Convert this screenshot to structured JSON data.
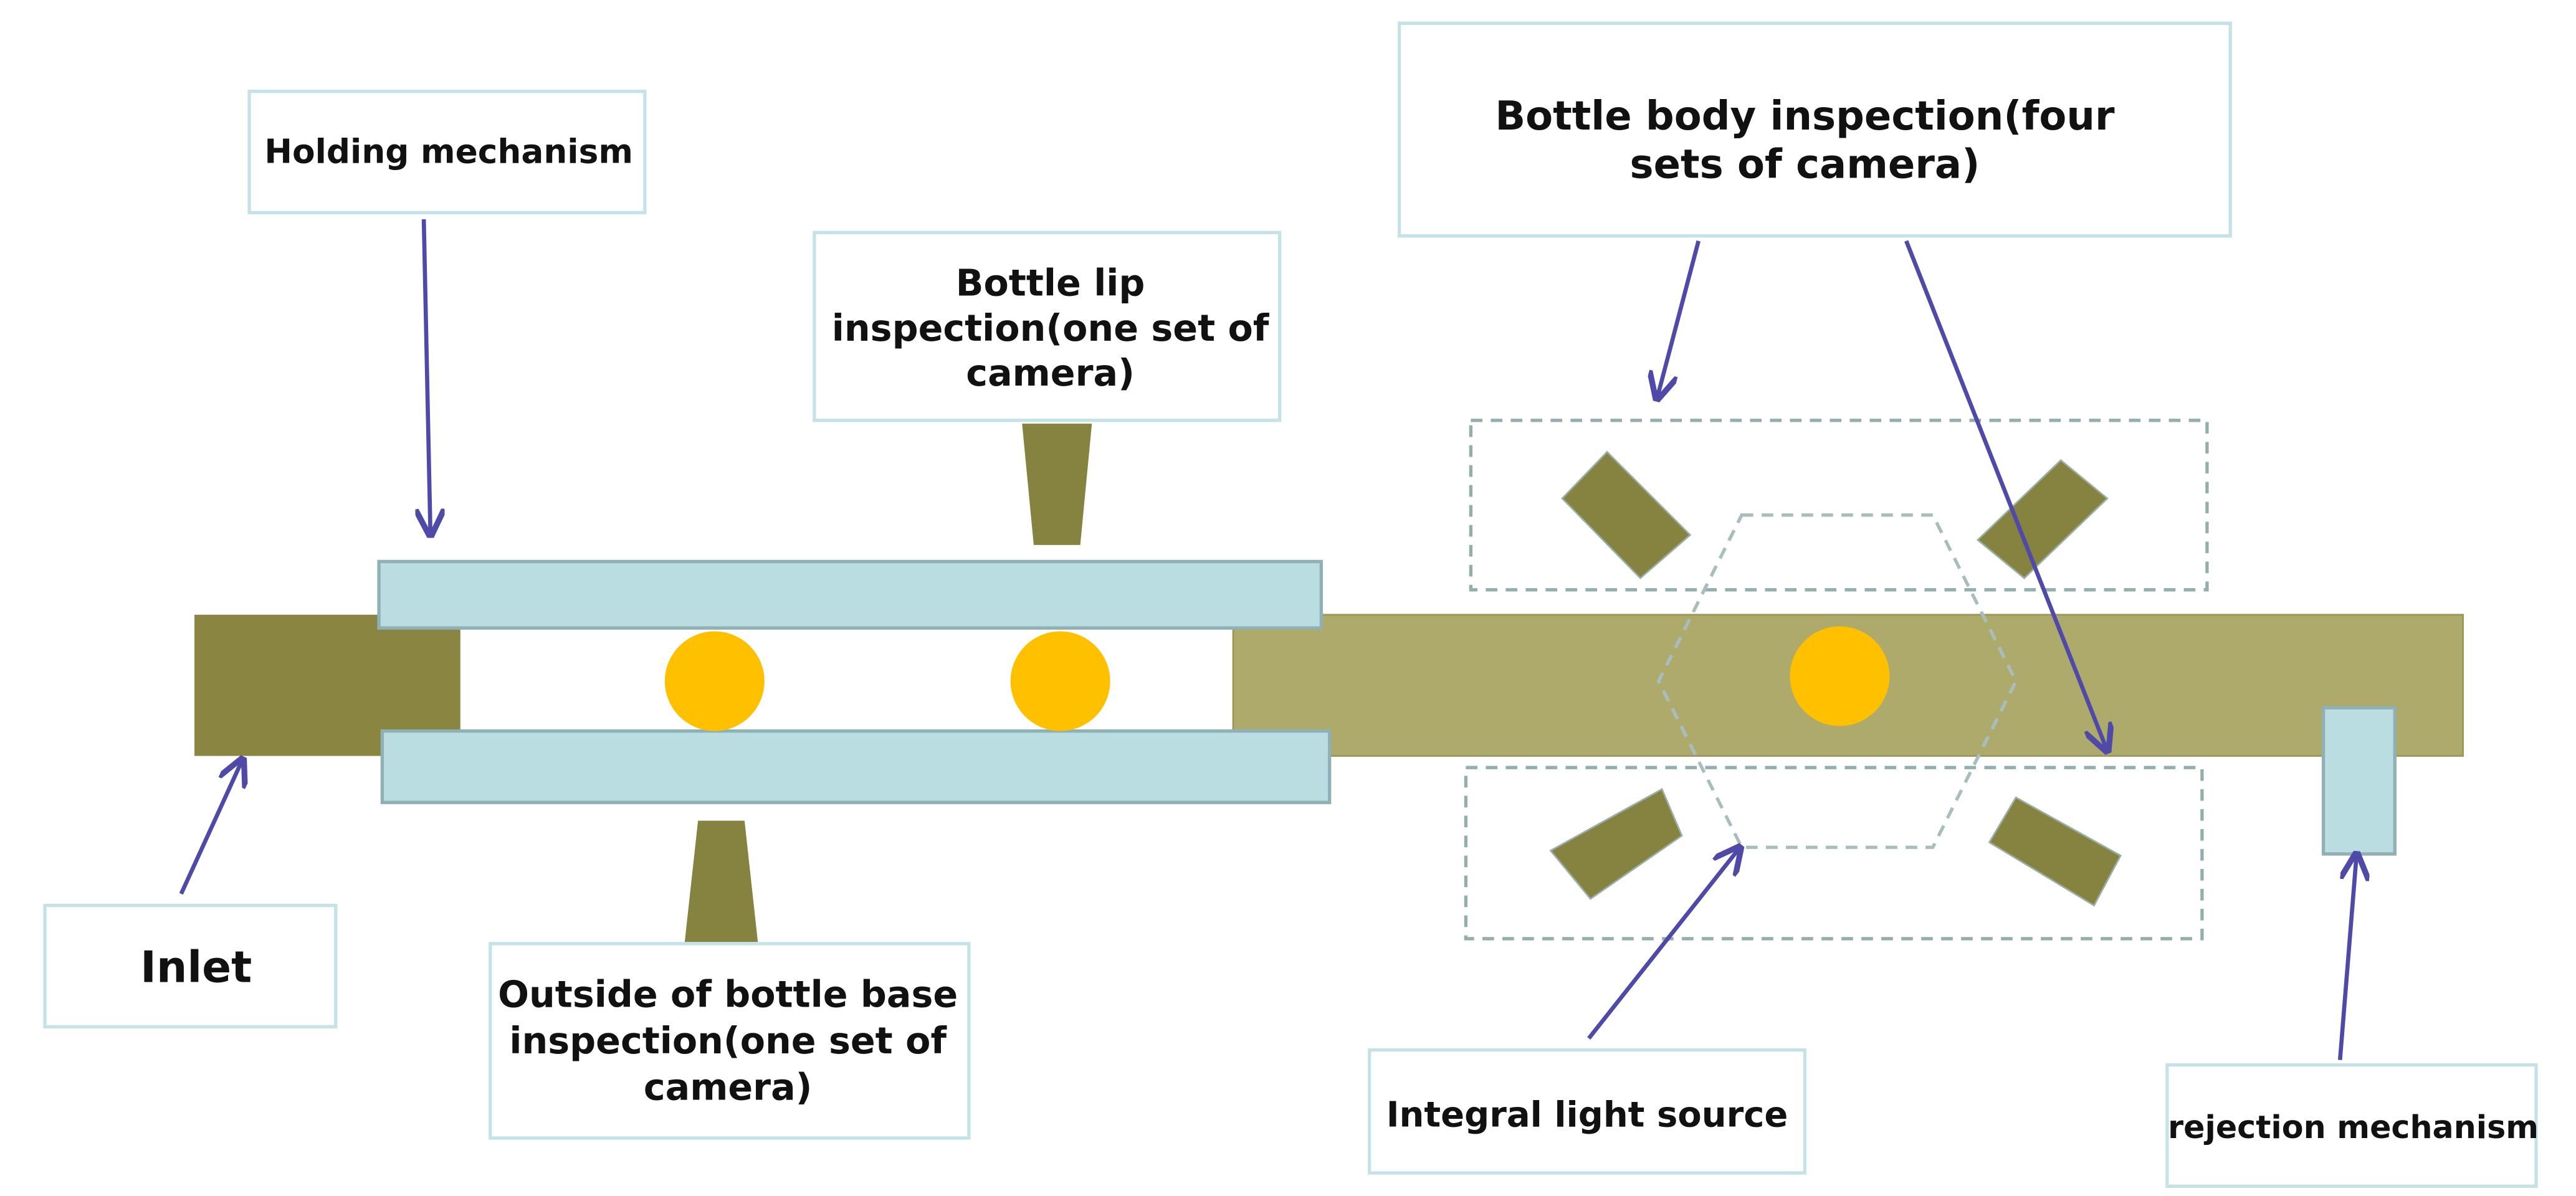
{
  "labels": {
    "holding": "Holding mechanism",
    "lip_line1": "Bottle lip",
    "lip_line2": "inspection(one set of",
    "lip_line3": "camera)",
    "body_line1": "Bottle body inspection(four",
    "body_line2": "sets of camera)",
    "inlet": "Inlet",
    "base_line1": "Outside of bottle base",
    "base_line2": "inspection(one set of",
    "base_line3": "camera)",
    "light": "Integral light source",
    "rejection": "rejection mechanism"
  },
  "colors": {
    "conveyor": "#aeaa6b",
    "conveyor_dark": "#8a8540",
    "camera": "#868240",
    "rail": "#b9dde0",
    "rail_stroke": "#8fb0b4",
    "bottle": "#ffc000",
    "arrow": "#4f4aa8",
    "box_stroke": "#c5e3e6",
    "dash": "#94aeae"
  }
}
